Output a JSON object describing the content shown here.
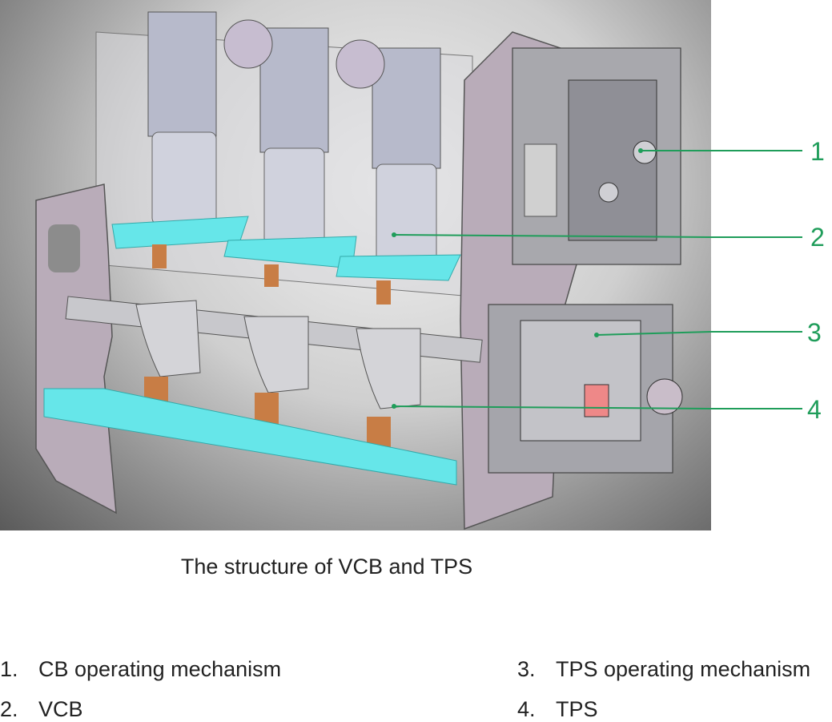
{
  "caption": "The structure of VCB and TPS",
  "callouts": [
    {
      "number": "1"
    },
    {
      "number": "2"
    },
    {
      "number": "3"
    },
    {
      "number": "4"
    }
  ],
  "legend": [
    {
      "number": "1.",
      "label": "CB operating mechanism"
    },
    {
      "number": "2.",
      "label": "VCB"
    },
    {
      "number": "3.",
      "label": "TPS operating mechanism"
    },
    {
      "number": "4.",
      "label": "TPS"
    }
  ],
  "colors": {
    "callout": "#1f9d5a",
    "cyan_insulator": "#66e6e9",
    "copper": "#c87d45",
    "frame": "#b7aab8"
  }
}
